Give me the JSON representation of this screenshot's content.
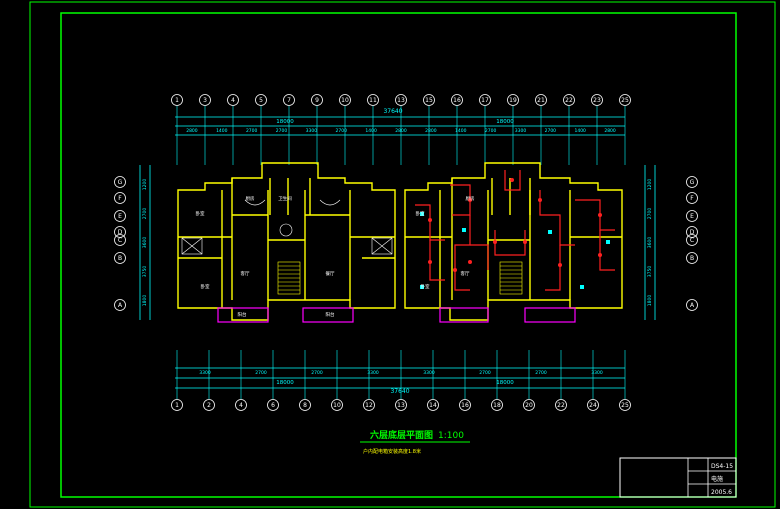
{
  "drawing": {
    "title": "六层底层平面图",
    "scale": "1:100",
    "note": "户内配电箱安装高度1.8米",
    "total_dimension_top": "37640",
    "total_dimension_bottom": "37640",
    "half_dimension_top_left": "18000",
    "half_dimension_top_right": "18000",
    "half_dimension_bottom_left": "18000",
    "half_dimension_bottom_right": "18000",
    "top_axes": [
      "1",
      "3",
      "4",
      "5",
      "7",
      "9",
      "10",
      "11",
      "13",
      "15",
      "16",
      "17",
      "19",
      "21",
      "22",
      "23",
      "25"
    ],
    "bottom_axes": [
      "1",
      "2",
      "4",
      "6",
      "8",
      "10",
      "12",
      "13",
      "14",
      "16",
      "18",
      "20",
      "22",
      "24",
      "25"
    ],
    "left_axes": [
      "G",
      "F",
      "E",
      "D",
      "C",
      "B",
      "A"
    ],
    "right_axes": [
      "G",
      "F",
      "E",
      "D",
      "C",
      "B",
      "A"
    ],
    "top_segments": [
      "2800",
      "1400",
      "2700",
      "2700",
      "3300",
      "2700",
      "1400",
      "2800",
      "2800",
      "1400",
      "2700",
      "3300",
      "2700",
      "1400",
      "2800"
    ],
    "bottom_segments": [
      "3300",
      "2700",
      "2700",
      "3300",
      "3300",
      "2700",
      "2700",
      "3300"
    ],
    "side_segments_left": [
      "1200",
      "2700",
      "3600",
      "3750",
      "1800"
    ],
    "side_segments_right": [
      "1200",
      "2700",
      "3600",
      "3750",
      "1800"
    ],
    "room_labels": [
      "卧室",
      "厨房",
      "客厅",
      "卧室",
      "餐厅",
      "卫生间",
      "阳台",
      "阳台",
      "卧室",
      "厨房",
      "客厅",
      "卧室"
    ],
    "title_block": {
      "row1": "DS4-15",
      "row2": "电施",
      "row3": "2005.6"
    }
  },
  "colors": {
    "frame": "#00ff00",
    "wall": "#ffff00",
    "dim": "#00ffff",
    "circuit": "#ff2020",
    "balcony": "#ff00ff",
    "title": "#00ff00",
    "note": "#ffff00"
  }
}
